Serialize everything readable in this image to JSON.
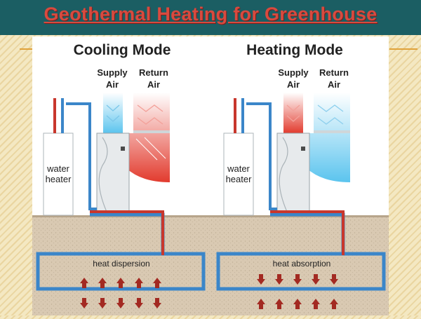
{
  "slide": {
    "title": "Geothermal Heating for Greenhouse"
  },
  "diagram": {
    "cooling": {
      "title": "Cooling Mode",
      "supply_label_1": "Supply",
      "supply_label_2": "Air",
      "return_label_1": "Return",
      "return_label_2": "Air",
      "heater_label_1": "water",
      "heater_label_2": "heater",
      "loop_label": "heat dispersion"
    },
    "heating": {
      "title": "Heating Mode",
      "supply_label_1": "Supply",
      "supply_label_2": "Air",
      "return_label_1": "Return",
      "return_label_2": "Air",
      "heater_label_1": "water",
      "heater_label_2": "heater",
      "loop_label": "heat absorption"
    }
  },
  "colors": {
    "title_bar": "#1b5e63",
    "title_text": "#d84a3f",
    "hot": "#e23b2e",
    "cold": "#5bc4ee",
    "ground": "#d8c9b2",
    "pipe_blue": "#3b86c9",
    "pipe_red": "#c8372d"
  }
}
